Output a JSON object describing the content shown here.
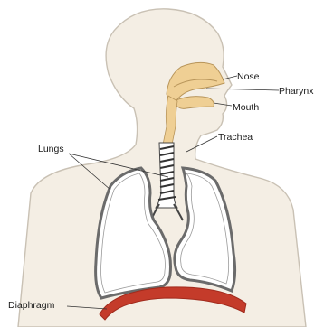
{
  "labels": {
    "nose": "Nose",
    "pharynx": "Pharynx",
    "mouth": "Mouth",
    "trachea": "Trachea",
    "lungs": "Lungs",
    "diaphragm": "Diaphragm"
  },
  "colors": {
    "body": "#f3ede3",
    "body_outline": "#c9c1b4",
    "nasal": "#efcf94",
    "lung_outline": "#6b6b6b",
    "diaphragm": "#c43b2a",
    "line": "#333333"
  }
}
